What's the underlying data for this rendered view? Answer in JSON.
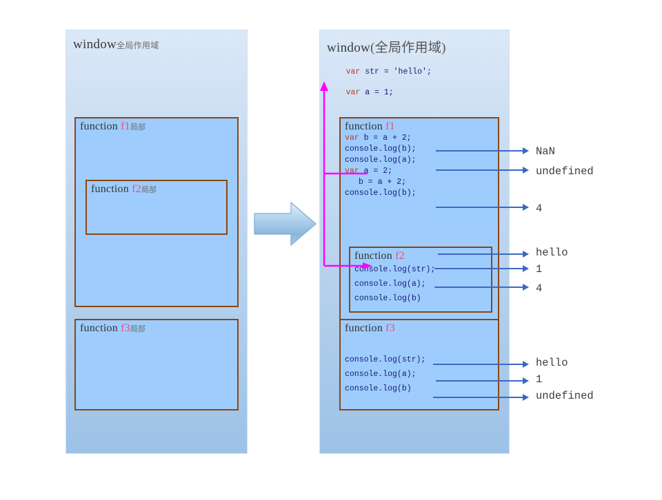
{
  "diagram": {
    "title_left": "window全局作用域",
    "title_right": "window(全局作用域)"
  },
  "left_panel": {
    "title_latin": "window",
    "title_cjk": "全局作用域",
    "boxes": [
      {
        "keyword": "function",
        "name": "f1",
        "scope_cjk": "局部"
      },
      {
        "keyword": "function",
        "name": "f2",
        "scope_cjk": "局部"
      },
      {
        "keyword": "function",
        "name": "f3",
        "scope_cjk": "局部"
      }
    ]
  },
  "right_panel": {
    "title_latin": "window",
    "title_cjk": "(全局作用域)",
    "global_code": [
      {
        "kw": "var",
        "rest": " str = 'hello';"
      },
      {
        "kw": "var",
        "rest": " a = 1;"
      }
    ],
    "f1": {
      "keyword": "function",
      "name": "f1",
      "lines": [
        {
          "kw": "var",
          "rest": " b = a + 2;",
          "indent": false
        },
        {
          "kw": "",
          "rest": "console.log(b);",
          "indent": false
        },
        {
          "kw": "",
          "rest": "console.log(a);",
          "indent": false
        },
        {
          "kw": "var",
          "rest": " a = 2;",
          "indent": false
        },
        {
          "kw": "",
          "rest": "b = a + 2;",
          "indent": true
        },
        {
          "kw": "",
          "rest": "console.log(b);",
          "indent": false
        }
      ]
    },
    "f2": {
      "keyword": "function",
      "name": "f2",
      "lines": [
        {
          "kw": "",
          "rest": "console.log(str);",
          "indent": false
        },
        {
          "kw": "",
          "rest": "console.log(a);",
          "indent": false
        },
        {
          "kw": "",
          "rest": "console.log(b)",
          "indent": false
        }
      ]
    },
    "f3": {
      "keyword": "function",
      "name": "f3",
      "lines": [
        {
          "kw": "",
          "rest": "",
          "indent": false
        },
        {
          "kw": "",
          "rest": "console.log(str);",
          "indent": false
        },
        {
          "kw": "",
          "rest": "console.log(a);",
          "indent": false
        },
        {
          "kw": "",
          "rest": "console.log(b)",
          "indent": false
        }
      ]
    }
  },
  "outputs": {
    "f1": [
      "NaN",
      "undefined",
      "4"
    ],
    "f2": [
      "hello",
      "1",
      "4"
    ],
    "f3": [
      "hello",
      "1",
      "undefined"
    ]
  },
  "colors": {
    "panel_top": "#dbe8f7",
    "panel_bottom": "#9cc2e6",
    "box_fill": "#9ecdfd",
    "box_border": "#8b4513",
    "code_text": "#17177a",
    "keyword": "#c0392b",
    "fn_name": "#e8517a",
    "connector": "#3c67c4",
    "scope_arrow": "#ff00ff",
    "block_arrow": "#a7cbe8"
  }
}
